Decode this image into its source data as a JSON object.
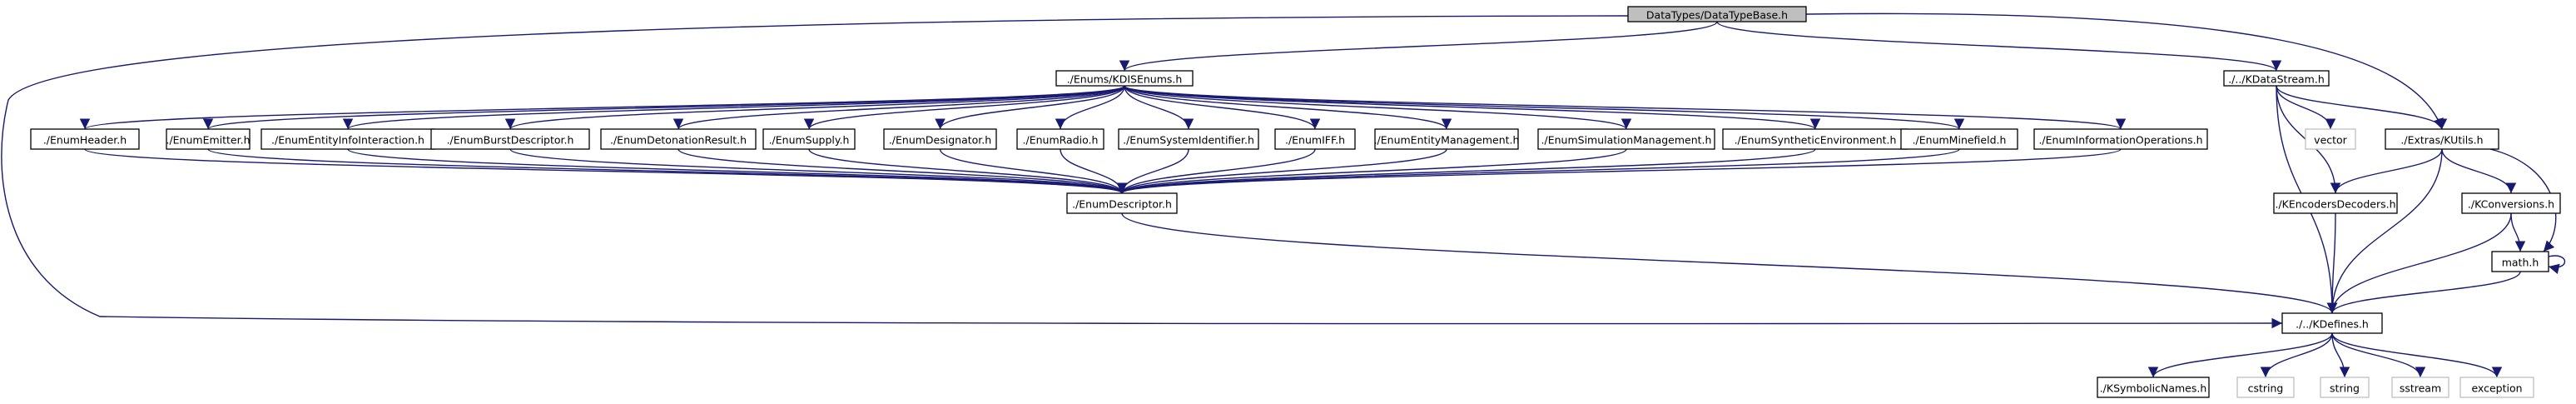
{
  "graph": {
    "nodes": [
      {
        "id": "root",
        "label": "DataTypes/DataTypeBase.h",
        "kind": "root"
      },
      {
        "id": "kdis_enums",
        "label": "./Enums/KDISEnums.h",
        "kind": "file"
      },
      {
        "id": "kdatastream",
        "label": "./../KDataStream.h",
        "kind": "file"
      },
      {
        "id": "enum_header",
        "label": "./EnumHeader.h",
        "kind": "file"
      },
      {
        "id": "enum_emitter",
        "label": "./EnumEmitter.h",
        "kind": "file"
      },
      {
        "id": "enum_entity_info",
        "label": "./EnumEntityInfoInteraction.h",
        "kind": "file"
      },
      {
        "id": "enum_burst",
        "label": "./EnumBurstDescriptor.h",
        "kind": "file"
      },
      {
        "id": "enum_detonation",
        "label": "./EnumDetonationResult.h",
        "kind": "file"
      },
      {
        "id": "enum_supply",
        "label": "./EnumSupply.h",
        "kind": "file"
      },
      {
        "id": "enum_designator",
        "label": "./EnumDesignator.h",
        "kind": "file"
      },
      {
        "id": "enum_radio",
        "label": "./EnumRadio.h",
        "kind": "file"
      },
      {
        "id": "enum_system_id",
        "label": "./EnumSystemIdentifier.h",
        "kind": "file"
      },
      {
        "id": "enum_iff",
        "label": "./EnumIFF.h",
        "kind": "file"
      },
      {
        "id": "enum_entity_mgmt",
        "label": "./EnumEntityManagement.h",
        "kind": "file"
      },
      {
        "id": "enum_sim_mgmt",
        "label": "./EnumSimulationManagement.h",
        "kind": "file"
      },
      {
        "id": "enum_synth_env",
        "label": "./EnumSyntheticEnvironment.h",
        "kind": "file"
      },
      {
        "id": "enum_minefield",
        "label": "./EnumMinefield.h",
        "kind": "file"
      },
      {
        "id": "enum_info_ops",
        "label": "./EnumInformationOperations.h",
        "kind": "file"
      },
      {
        "id": "enum_descriptor",
        "label": "./EnumDescriptor.h",
        "kind": "file"
      },
      {
        "id": "vector",
        "label": "vector",
        "kind": "external"
      },
      {
        "id": "kutils",
        "label": "./Extras/KUtils.h",
        "kind": "file"
      },
      {
        "id": "kencoders",
        "label": "./KEncodersDecoders.h",
        "kind": "file"
      },
      {
        "id": "kconversions",
        "label": "./KConversions.h",
        "kind": "file"
      },
      {
        "id": "math",
        "label": "math.h",
        "kind": "file"
      },
      {
        "id": "kdefines",
        "label": "./../KDefines.h",
        "kind": "file"
      },
      {
        "id": "ksymbolic",
        "label": "./KSymbolicNames.h",
        "kind": "file"
      },
      {
        "id": "cstring",
        "label": "cstring",
        "kind": "external"
      },
      {
        "id": "string",
        "label": "string",
        "kind": "external"
      },
      {
        "id": "sstream",
        "label": "sstream",
        "kind": "external"
      },
      {
        "id": "exception",
        "label": "exception",
        "kind": "external"
      }
    ],
    "edges": [
      [
        "root",
        "kdis_enums"
      ],
      [
        "root",
        "kdatastream"
      ],
      [
        "root",
        "kutils"
      ],
      [
        "root",
        "kdefines"
      ],
      [
        "kdis_enums",
        "enum_header"
      ],
      [
        "kdis_enums",
        "enum_emitter"
      ],
      [
        "kdis_enums",
        "enum_entity_info"
      ],
      [
        "kdis_enums",
        "enum_burst"
      ],
      [
        "kdis_enums",
        "enum_detonation"
      ],
      [
        "kdis_enums",
        "enum_supply"
      ],
      [
        "kdis_enums",
        "enum_designator"
      ],
      [
        "kdis_enums",
        "enum_radio"
      ],
      [
        "kdis_enums",
        "enum_system_id"
      ],
      [
        "kdis_enums",
        "enum_iff"
      ],
      [
        "kdis_enums",
        "enum_entity_mgmt"
      ],
      [
        "kdis_enums",
        "enum_sim_mgmt"
      ],
      [
        "kdis_enums",
        "enum_synth_env"
      ],
      [
        "kdis_enums",
        "enum_minefield"
      ],
      [
        "kdis_enums",
        "enum_info_ops"
      ],
      [
        "enum_header",
        "enum_descriptor"
      ],
      [
        "enum_emitter",
        "enum_descriptor"
      ],
      [
        "enum_entity_info",
        "enum_descriptor"
      ],
      [
        "enum_burst",
        "enum_descriptor"
      ],
      [
        "enum_detonation",
        "enum_descriptor"
      ],
      [
        "enum_supply",
        "enum_descriptor"
      ],
      [
        "enum_designator",
        "enum_descriptor"
      ],
      [
        "enum_radio",
        "enum_descriptor"
      ],
      [
        "enum_system_id",
        "enum_descriptor"
      ],
      [
        "enum_iff",
        "enum_descriptor"
      ],
      [
        "enum_entity_mgmt",
        "enum_descriptor"
      ],
      [
        "enum_sim_mgmt",
        "enum_descriptor"
      ],
      [
        "enum_synth_env",
        "enum_descriptor"
      ],
      [
        "enum_minefield",
        "enum_descriptor"
      ],
      [
        "enum_info_ops",
        "enum_descriptor"
      ],
      [
        "enum_descriptor",
        "kdefines"
      ],
      [
        "kdatastream",
        "vector"
      ],
      [
        "kdatastream",
        "kutils"
      ],
      [
        "kdatastream",
        "kencoders"
      ],
      [
        "kdatastream",
        "kdefines"
      ],
      [
        "kutils",
        "kencoders"
      ],
      [
        "kutils",
        "kconversions"
      ],
      [
        "kutils",
        "math"
      ],
      [
        "kutils",
        "kdefines"
      ],
      [
        "kencoders",
        "kdefines"
      ],
      [
        "kconversions",
        "math"
      ],
      [
        "kconversions",
        "kdefines"
      ],
      [
        "math",
        "math"
      ],
      [
        "math",
        "kdefines"
      ],
      [
        "kdefines",
        "ksymbolic"
      ],
      [
        "kdefines",
        "cstring"
      ],
      [
        "kdefines",
        "string"
      ],
      [
        "kdefines",
        "sstream"
      ],
      [
        "kdefines",
        "exception"
      ]
    ],
    "colors": {
      "edge": "#191970",
      "root_fill": "#bfbfbf",
      "node_border": "#000000",
      "external_border": "#bfbfbf",
      "text": "#000000"
    }
  }
}
